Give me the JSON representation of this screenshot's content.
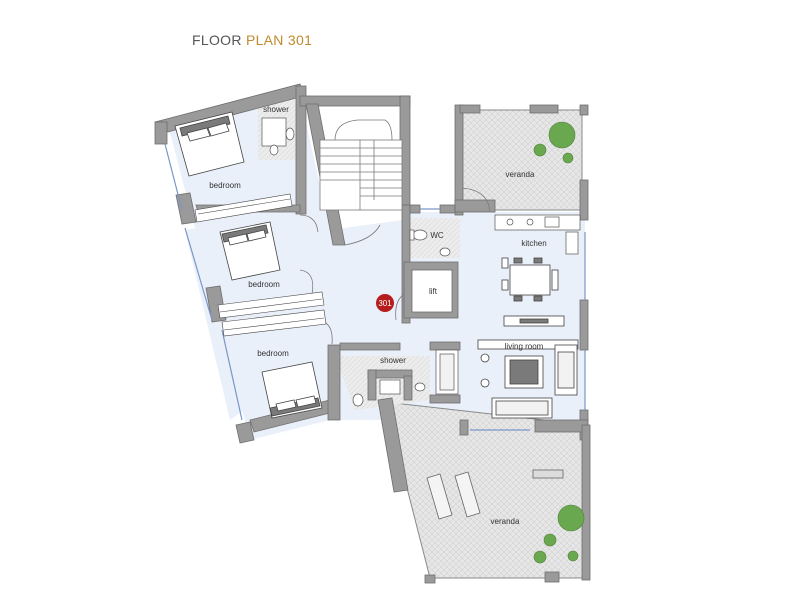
{
  "title": {
    "word1": "FLOOR",
    "word2": "PLAN 301"
  },
  "rooms": {
    "shower_top": "shower",
    "bedroom_1": "bedroom",
    "bedroom_2": "bedroom",
    "bedroom_3": "bedroom",
    "wc": "WC",
    "lift": "lift",
    "shower_bottom": "shower",
    "kitchen": "kitchen",
    "living_room": "living room",
    "veranda_top": "veranda",
    "veranda_bottom": "veranda"
  },
  "apartment_marker": "301",
  "colors": {
    "wall": "#9a9a9a",
    "wall_stroke": "#6f6f6f",
    "floor": "#e9f0fa",
    "veranda": "#e5e5e5",
    "marker": "#b71c1c",
    "title_accent": "#c08a2e",
    "plant": "#6aa84f"
  }
}
